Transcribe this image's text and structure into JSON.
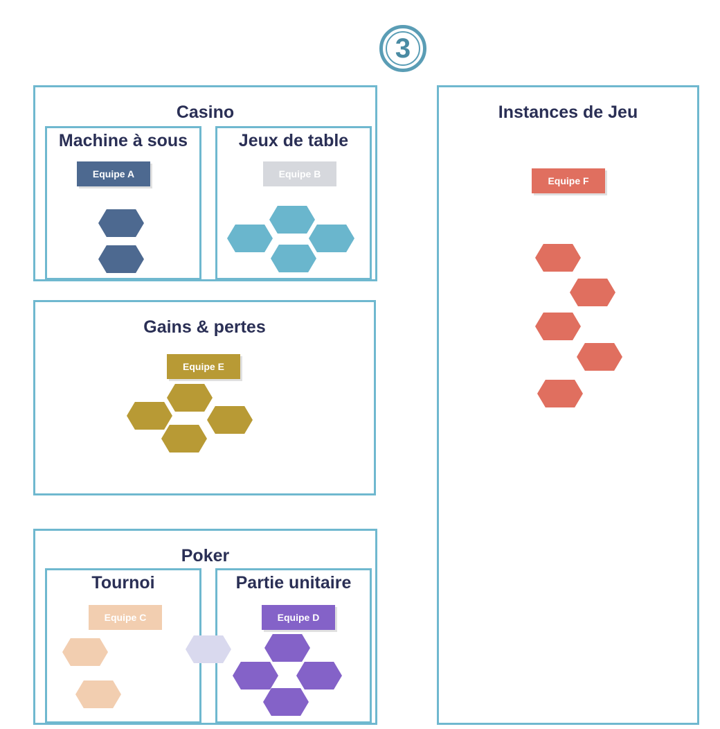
{
  "step_number": "3",
  "colors": {
    "border": "#6fb8cf",
    "title": "#2a2f55",
    "team_a": "#4d6990",
    "team_b": "#d6d8dd",
    "team_c": "#f2ceb0",
    "team_d": "#8462c8",
    "team_e": "#b89a35",
    "team_f": "#e06f5f",
    "light_blue": "#6ab6cd",
    "lavender": "#d9d9ee"
  },
  "casino": {
    "title": "Casino",
    "slot_machine": {
      "title": "Machine à sous",
      "team": "Equipe A"
    },
    "table_games": {
      "title": "Jeux de table",
      "team": "Equipe B"
    }
  },
  "wins_losses": {
    "title": "Gains & pertes",
    "team": "Equipe E"
  },
  "poker": {
    "title": "Poker",
    "tournament": {
      "title": "Tournoi",
      "team": "Equipe C"
    },
    "single_game": {
      "title": "Partie unitaire",
      "team": "Equipe D"
    }
  },
  "game_instances": {
    "title": "Instances de Jeu",
    "team": "Equipe F"
  }
}
